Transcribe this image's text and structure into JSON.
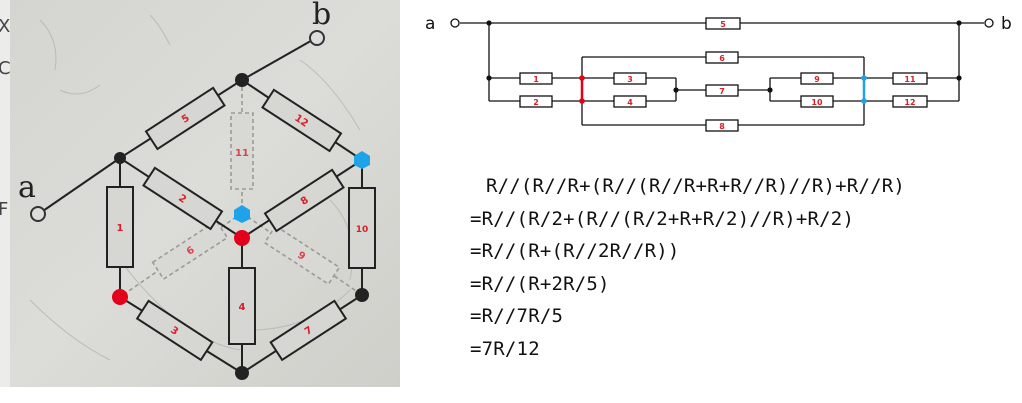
{
  "photo": {
    "terminal_a": "a",
    "terminal_b": "b",
    "resistors": [
      "1",
      "2",
      "3",
      "4",
      "5",
      "6",
      "7",
      "8",
      "9",
      "10",
      "11",
      "12"
    ],
    "margin_glyphs": [
      "X",
      "C",
      "F"
    ]
  },
  "schematic": {
    "terminal_a": "a",
    "terminal_b": "b",
    "resistors": [
      "5",
      "6",
      "1",
      "2",
      "3",
      "4",
      "7",
      "9",
      "10",
      "11",
      "12",
      "8"
    ]
  },
  "formula_lines": [
    "R//(R//R+(R//(R//R+R+R//R)//R)+R//R)",
    "=R//(R/2+(R//(R/2+R+R/2)//R)+R/2)",
    "=R//(R+(R//2R//R))",
    "=R//(R+2R/5)",
    "=R//7R/5",
    "=7R/12"
  ],
  "colors": {
    "label_red": "#d8202a",
    "node_red": "#e3001b",
    "node_blue": "#1fa3e8",
    "wire": "#111111"
  }
}
